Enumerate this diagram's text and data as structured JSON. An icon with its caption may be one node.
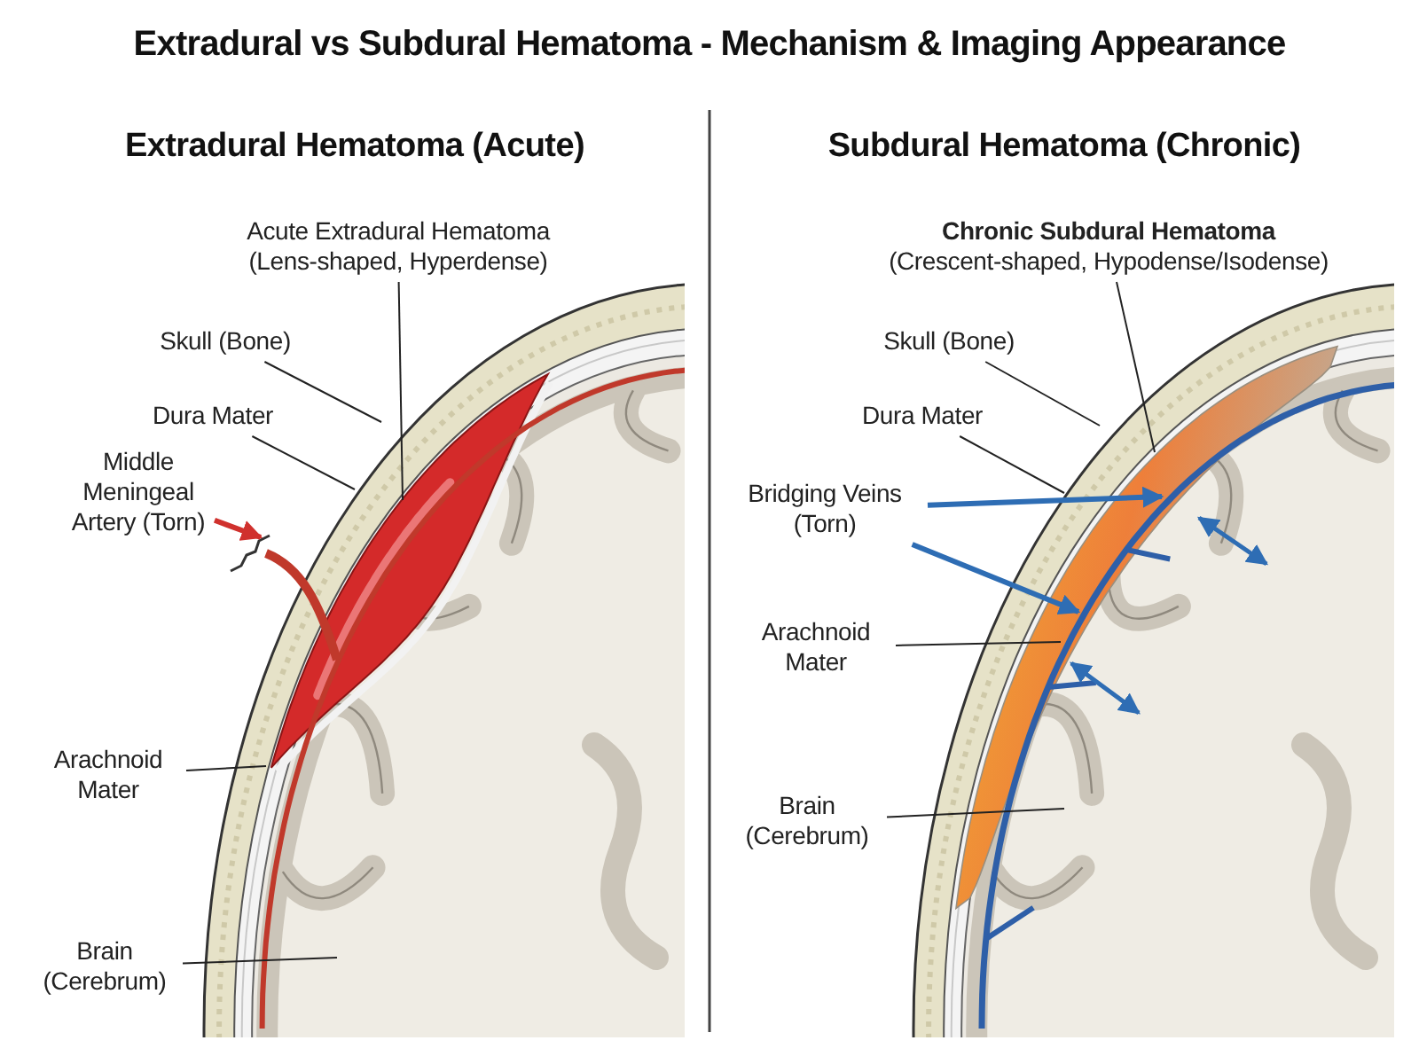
{
  "diagram": {
    "title": "Extradural vs Subdural Hematoma - Mechanism & Imaging Appearance",
    "nodes": [
      {
        "text": [
          "Extradural Hematoma (Acute)"
        ]
      },
      {
        "text": [
          "Acute Extradural Hematoma (Lens-shaped, Hyperdense)"
        ],
        "in": 0
      },
      {
        "text": [
          "Skull (Bone)"
        ],
        "in": 0
      },
      {
        "text": [
          "Dura Mater"
        ],
        "in": 0
      },
      {
        "text": [
          "Middle Meningeal Artery (Torn)"
        ],
        "in": 0
      },
      {
        "text": [
          "Arachnoid Mater"
        ],
        "in": 0
      },
      {
        "text": [
          "Brain (Cerebrum)"
        ],
        "in": 0
      },
      {
        "text": [
          "Subdural Hematoma (Chronic)"
        ]
      },
      {
        "text": [
          "Chronic Subdural Hematoma",
          "(Crescent-shaped, Hypodense/Isodense)"
        ],
        "in": 7
      },
      {
        "text": [
          "Skull (Bone)"
        ],
        "in": 7
      },
      {
        "text": [
          "Dura Mater"
        ],
        "in": 7
      },
      {
        "text": [
          "Bridging Veins (Torn)"
        ],
        "in": 7
      },
      {
        "text": [
          "Arachnoid Mater"
        ],
        "in": 7
      },
      {
        "text": [
          "Brain (Cerebrum)"
        ],
        "in": 7
      }
    ],
    "edges": [
      {
        "from": 1,
        "to": null,
        "arrow": "none"
      },
      {
        "from": 2,
        "to": null,
        "arrow": "none"
      },
      {
        "from": 3,
        "to": null,
        "arrow": "none"
      },
      {
        "from": 4,
        "to": null,
        "arrow": "to",
        "style": "thick",
        "color": "#d0312d"
      },
      {
        "from": 5,
        "to": null,
        "arrow": "none"
      },
      {
        "from": 6,
        "to": null,
        "arrow": "none"
      },
      {
        "from": 8,
        "to": null,
        "arrow": "none"
      },
      {
        "from": 9,
        "to": null,
        "arrow": "none"
      },
      {
        "from": 10,
        "to": null,
        "arrow": "none"
      },
      {
        "from": 11,
        "to": null,
        "arrow": "to",
        "style": "thick",
        "color": "#2e6db4"
      },
      {
        "from": 11,
        "to": null,
        "arrow": "to",
        "style": "thick",
        "color": "#2e6db4"
      },
      {
        "from": 12,
        "to": null,
        "arrow": "none"
      },
      {
        "from": 13,
        "to": null,
        "arrow": "none"
      }
    ]
  }
}
